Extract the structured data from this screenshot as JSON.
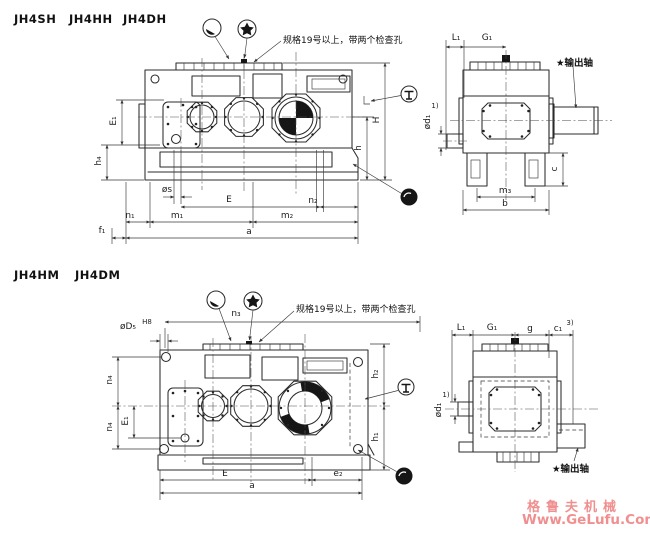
{
  "top_section": {
    "models": {
      "m1": "JH4SH",
      "m2": "JH4HH",
      "m3": "JH4DH"
    },
    "note": "规格19号以上，带两个检查孔",
    "front": {
      "E1": "E₁",
      "h4": "h₄",
      "phis": "øs",
      "E": "E",
      "n2": "n₂",
      "n1": "n₁",
      "m1": "m₁",
      "m2": "m₂",
      "f1": "f₁",
      "a": "a",
      "H": "H",
      "h": "h"
    },
    "side": {
      "L1": "L₁",
      "G1": "G₁",
      "phid1": "ød₁",
      "d1_note": "1)",
      "m3": "m₃",
      "b": "b",
      "c": "c",
      "output": "★输出轴"
    }
  },
  "bottom_section": {
    "models": {
      "m1": "JH4HM",
      "m2": "JH4DM"
    },
    "note": "规格19号以上，带两个检查孔",
    "front": {
      "n3": "n₃",
      "phiD5": "øD₅",
      "D5_tol": "H8",
      "n4_top": "n₄",
      "E1": "E₁",
      "n4_bot": "n₄",
      "E": "E",
      "e2": "e₂",
      "a": "a",
      "h2": "h₂",
      "h1": "h₁"
    },
    "side": {
      "L1": "L₁",
      "G1": "G₁",
      "g": "g",
      "c1": "c₁",
      "c1_note": "3)",
      "phid1": "ød₁",
      "d1_note": "1)",
      "output": "★输出轴"
    }
  },
  "watermark": {
    "line1": "格鲁夫机械",
    "line2": "Www.GeLufu.Com",
    "color": "#f08f8f"
  },
  "colors": {
    "line": "#2b2b2b",
    "dim": "#3a3a3a"
  }
}
